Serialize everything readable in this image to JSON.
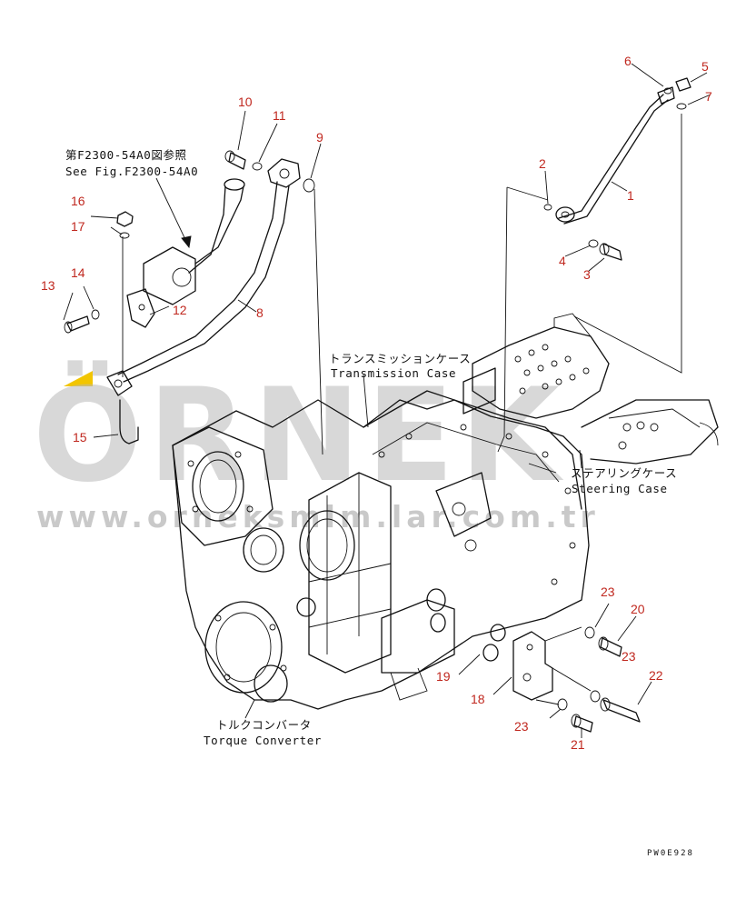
{
  "references": {
    "figure_ref_jp": "第F2300-54A0図参照",
    "figure_ref_en": "See Fig.F2300-54A0"
  },
  "components": {
    "transmission_case_jp": "トランスミッションケース",
    "transmission_case_en": "Transmission Case",
    "steering_case_jp": "ステアリングケース",
    "steering_case_en": "Steering Case",
    "torque_converter_jp": "トルクコンバータ",
    "torque_converter_en": "Torque Converter"
  },
  "callouts": [
    "1",
    "2",
    "3",
    "4",
    "5",
    "6",
    "7",
    "8",
    "9",
    "10",
    "11",
    "12",
    "13",
    "14",
    "15",
    "16",
    "17",
    "18",
    "19",
    "20",
    "21",
    "22",
    "23",
    "23",
    "23"
  ],
  "drawing_code": "PW0E928",
  "watermark": {
    "brand": "ÖRNEK",
    "url": "www.orneksmlm.lar.com.tr",
    "accent_color": "#f2c500",
    "text_color": "#b9b9b9"
  },
  "colors": {
    "callout": "#c0281f",
    "line": "#111111",
    "background": "#ffffff"
  }
}
